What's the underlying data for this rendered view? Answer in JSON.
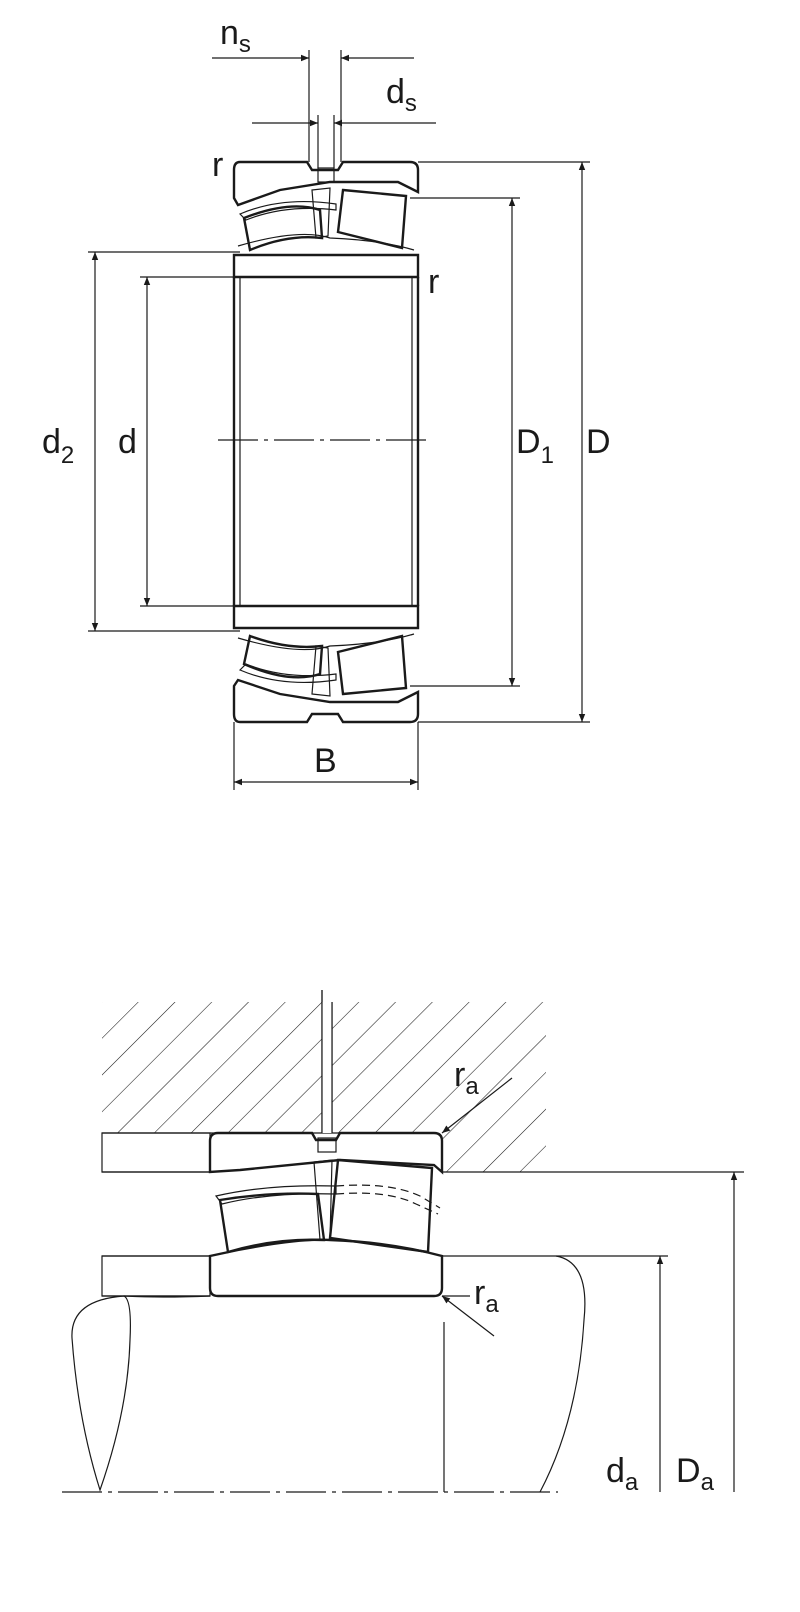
{
  "top_view": {
    "labels": {
      "ns": {
        "main": "n",
        "sub": "s"
      },
      "ds": {
        "main": "d",
        "sub": "s"
      },
      "r_top": "r",
      "r_inner": "r",
      "d2": {
        "main": "d",
        "sub": "2"
      },
      "d": "d",
      "D1": {
        "main": "D",
        "sub": "1"
      },
      "D": "D",
      "B": "B"
    }
  },
  "mounting_view": {
    "labels": {
      "ra_top": {
        "main": "r",
        "sub": "a"
      },
      "ra_bottom": {
        "main": "r",
        "sub": "a"
      },
      "da": {
        "main": "d",
        "sub": "a"
      },
      "Da": {
        "main": "D",
        "sub": "a"
      }
    }
  }
}
